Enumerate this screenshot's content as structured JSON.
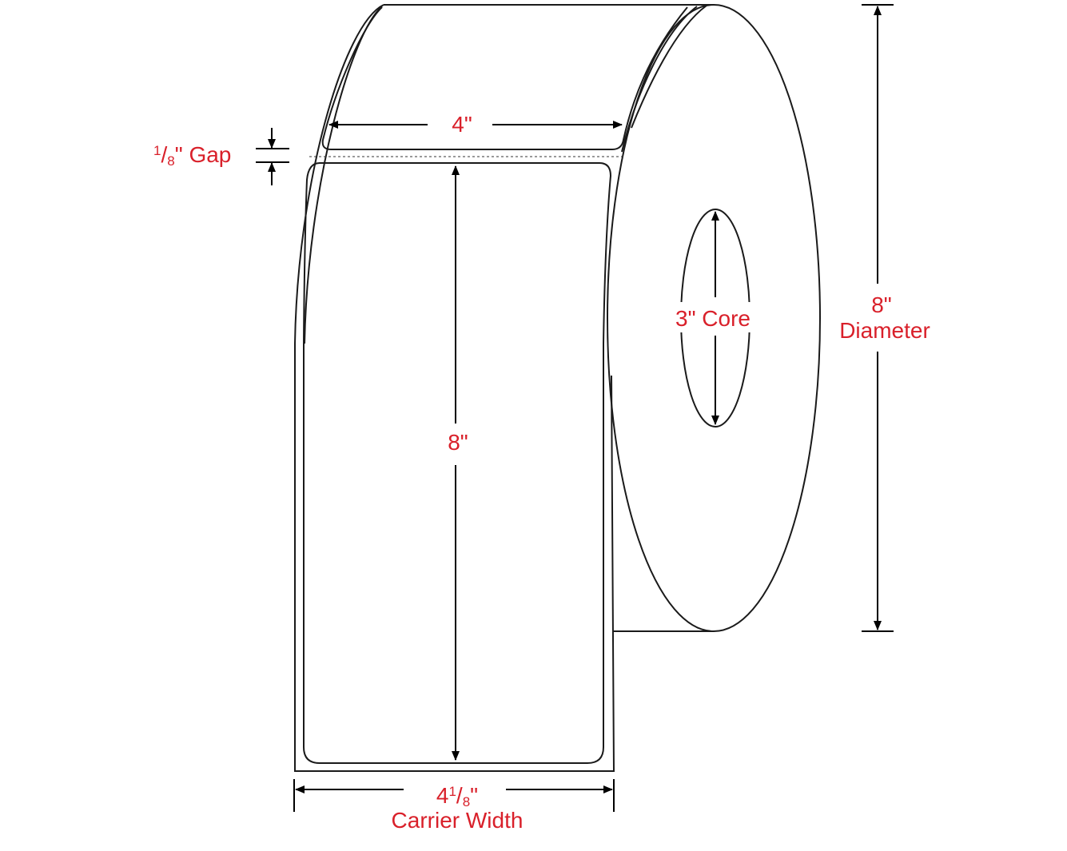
{
  "diagram": {
    "label_width": {
      "whole": "4",
      "unit": "\""
    },
    "label_height": {
      "text": "8\""
    },
    "gap": {
      "num": "1",
      "den": "8",
      "suffix": "\" Gap"
    },
    "core": {
      "text": "3\" Core"
    },
    "diameter": {
      "value": "8\"",
      "label": "Diameter"
    },
    "carrier_width": {
      "whole": "4",
      "num": "1",
      "den": "8",
      "unit": "\"",
      "label": "Carrier Width"
    },
    "colors": {
      "label": "#d9202a",
      "line": "#1a1a1a"
    }
  }
}
